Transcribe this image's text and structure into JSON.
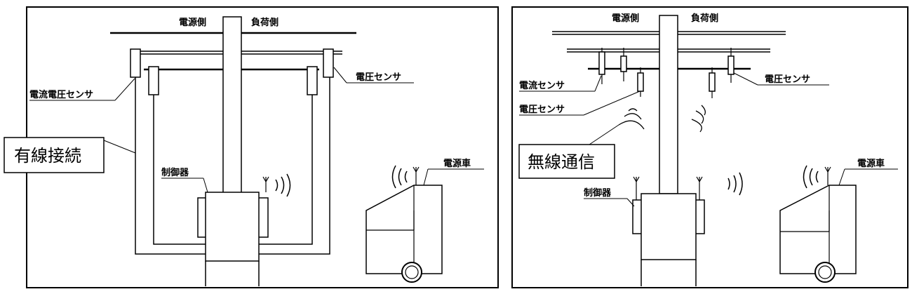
{
  "panel_left": {
    "source_side": "電源側",
    "load_side": "負荷側",
    "current_voltage_sensor": "電流電圧センサ",
    "voltage_sensor": "電圧センサ",
    "wired_connection": "有線接続",
    "controller": "制御器",
    "power_vehicle": "電源車"
  },
  "panel_right": {
    "source_side": "電源側",
    "load_side": "負荷側",
    "current_sensor": "電流センサ",
    "voltage_sensor_right": "電圧センサ",
    "voltage_sensor_left": "電圧センサ",
    "wireless_comm": "無線通信",
    "controller": "制御器",
    "power_vehicle": "電源車"
  }
}
